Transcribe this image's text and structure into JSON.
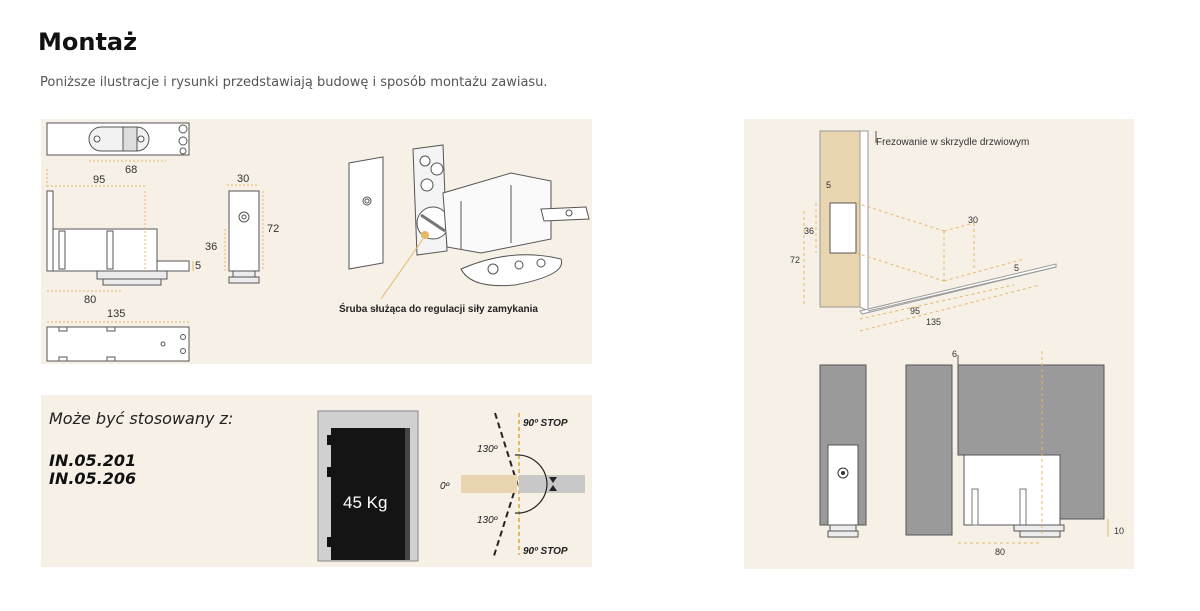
{
  "page": {
    "title": "Montaż",
    "intro": "Poniższe ilustracje i rysunki przedstawiają budowę i sposób montażu zawiasu."
  },
  "top_left_figure": {
    "dimensions": {
      "d68": "68",
      "d95": "95",
      "d30": "30",
      "d72": "72",
      "d36": "36",
      "d5": "5",
      "d80": "80",
      "d135": "135"
    },
    "caption": "Śruba służąca do regulacji siły zamykania"
  },
  "compat_figure": {
    "heading": "Może być stosowany z:",
    "items": [
      "IN.05.201",
      "IN.05.206"
    ],
    "weight": "45 Kg",
    "angles": {
      "stop_top": "90º STOP",
      "stop_bottom": "90º STOP",
      "a130_top": "130º",
      "a130_bottom": "130º",
      "zero": "0º"
    }
  },
  "right_figure": {
    "milling_label": "Frezowanie w skrzydle drzwiowym",
    "dimensions": {
      "d5": "5",
      "d36": "36",
      "d72": "72",
      "d30": "30",
      "d5b": "5",
      "d95": "95",
      "d135": "135",
      "d6": "6",
      "d10": "10",
      "d80": "80"
    }
  },
  "colors": {
    "panel_bg": "#f6f0e6",
    "wood": "#e9d6b0",
    "door_gray": "#9a9a9a",
    "accent_dash": "#e8b864"
  }
}
